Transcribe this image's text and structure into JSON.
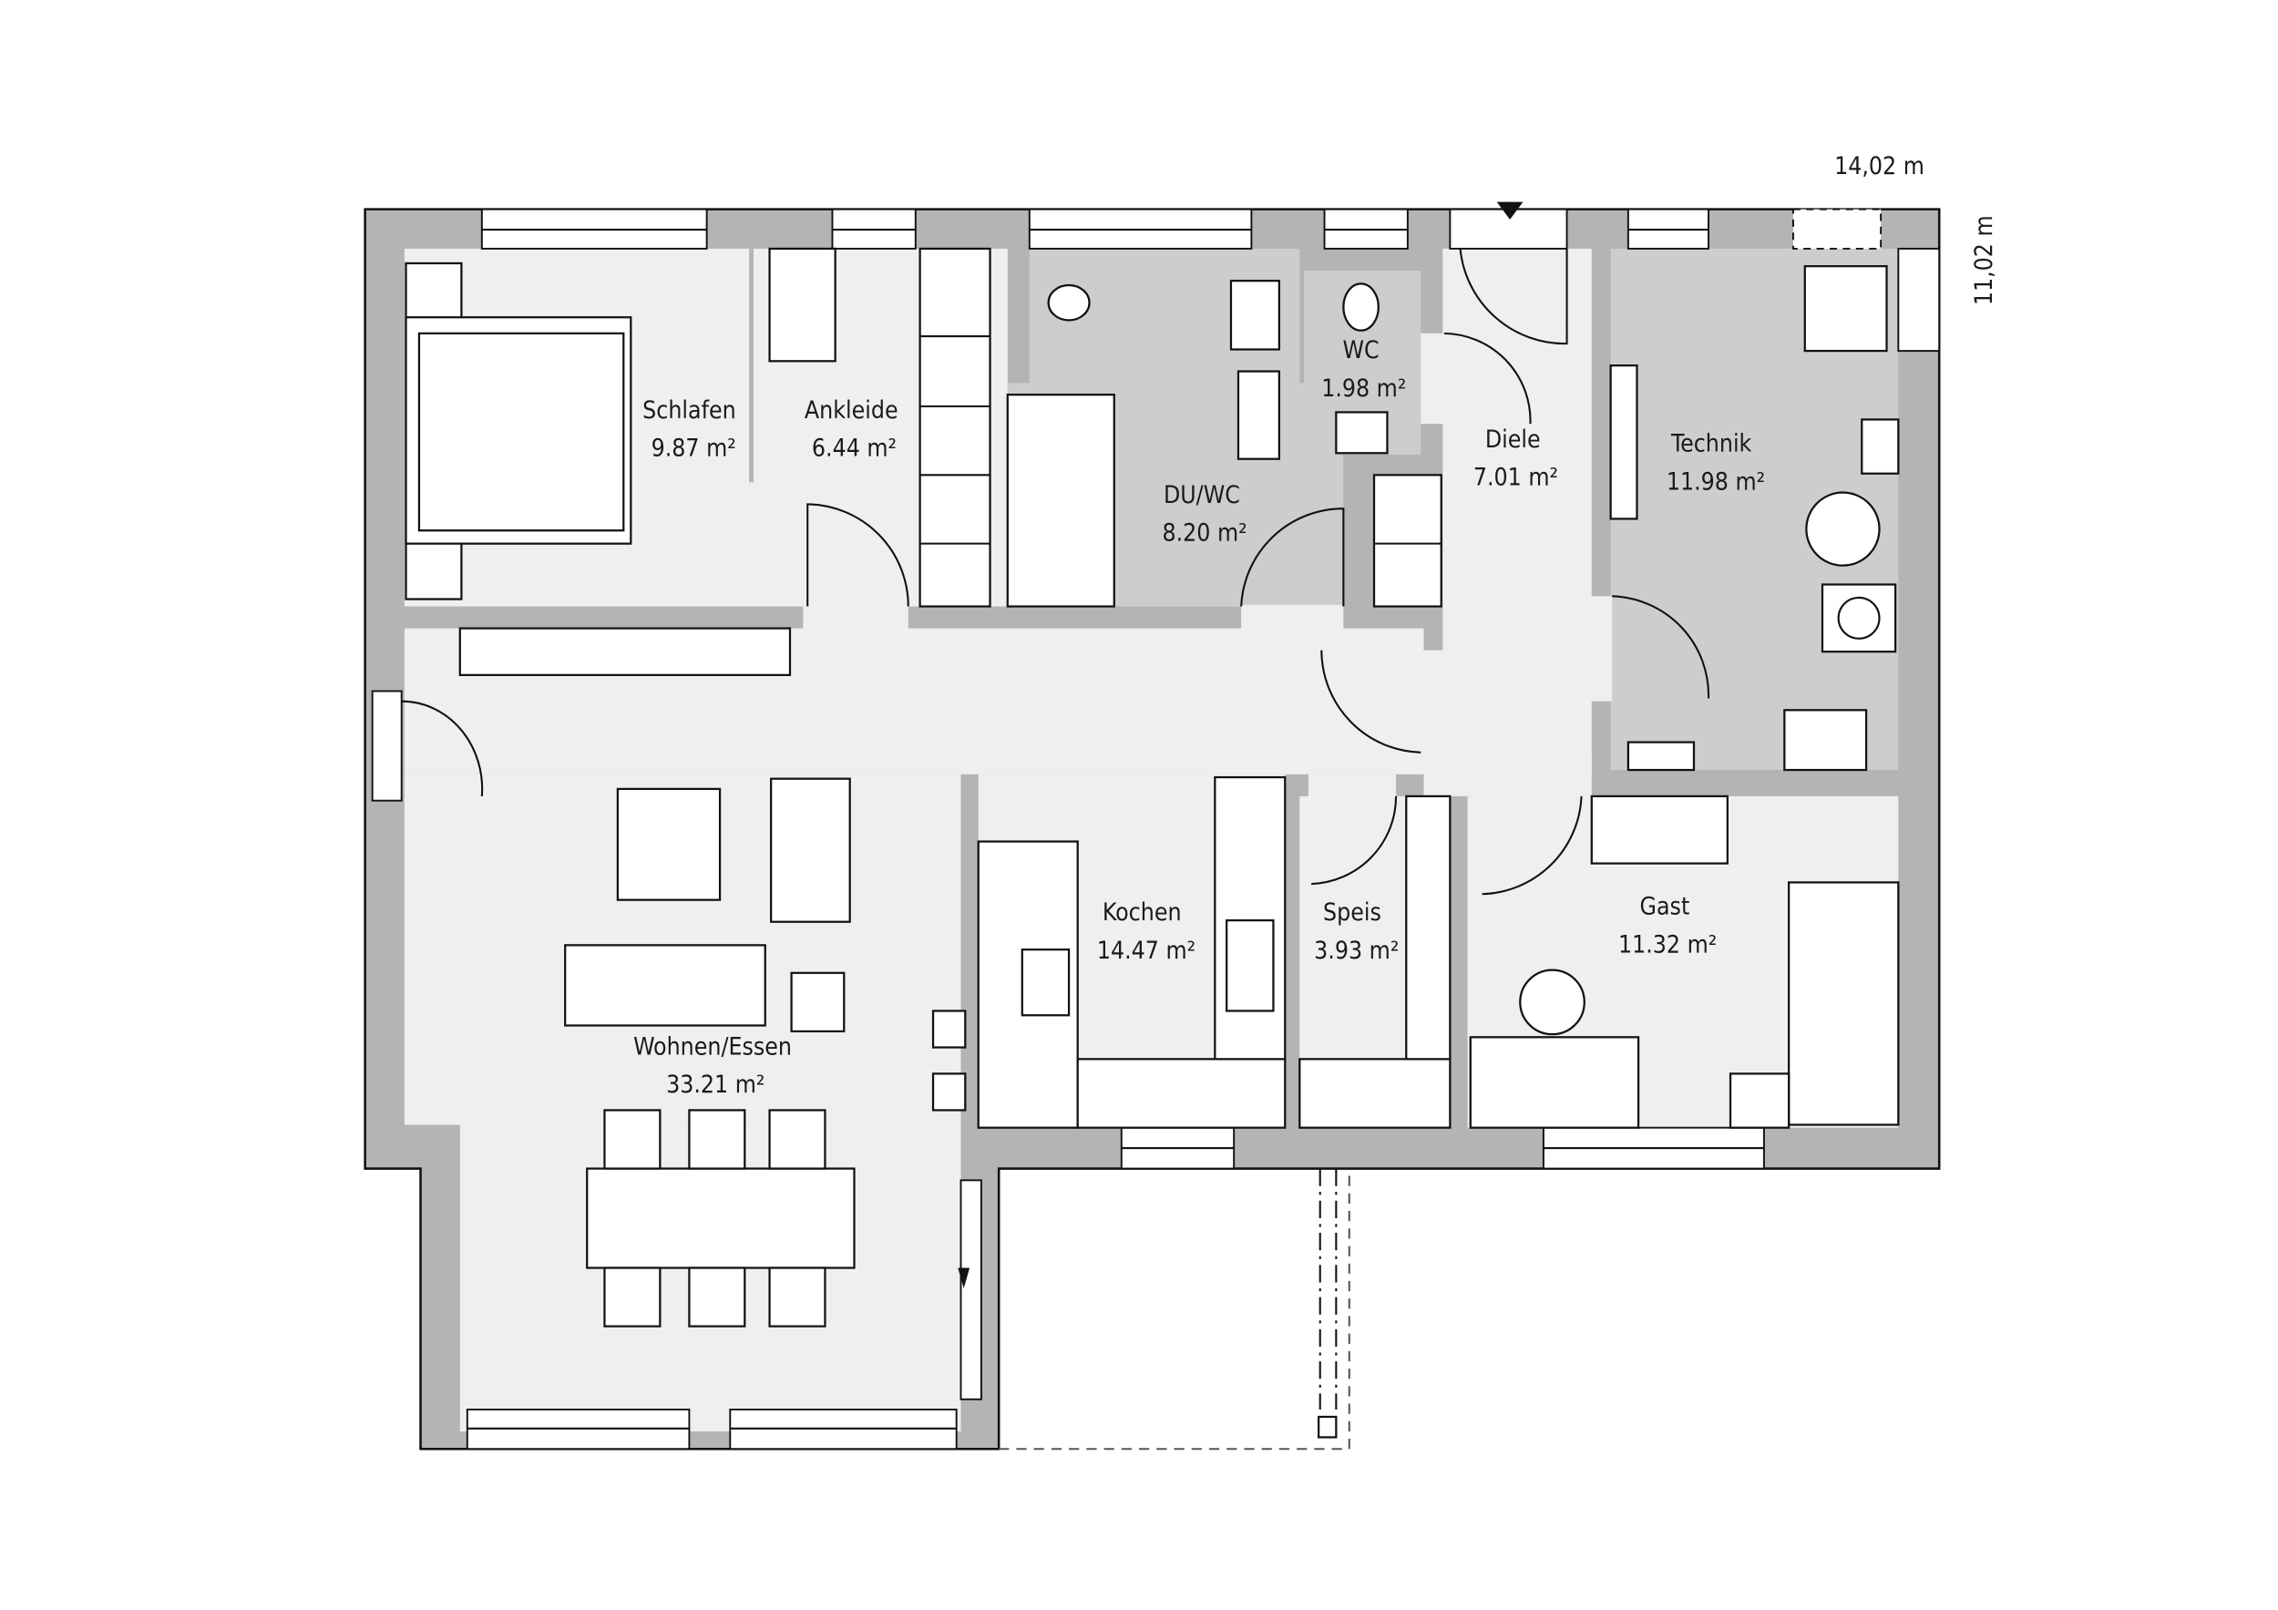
{
  "plan": {
    "dimensions": {
      "width": "14,02 m",
      "depth": "11,02 m"
    },
    "rooms": [
      {
        "name": "Schlafen",
        "area": "9.87 m²"
      },
      {
        "name": "Ankleide",
        "area": "6.44 m²"
      },
      {
        "name": "WC",
        "area": "1.98 m²"
      },
      {
        "name": "Diele",
        "area": "7.01 m²"
      },
      {
        "name": "Technik",
        "area": "11.98 m²"
      },
      {
        "name": "DU/WC",
        "area": "8.20 m²"
      },
      {
        "name": "Kochen",
        "area": "14.47 m²"
      },
      {
        "name": "Speis",
        "area": "3.93 m²"
      },
      {
        "name": "Gast",
        "area": "11.32 m²"
      },
      {
        "name": "Wohnen/Essen",
        "area": "33.21 m²"
      }
    ],
    "colors": {
      "wall": "#b4b4b4",
      "floor_light": "#efefef",
      "floor_wet": "#cdcdcd"
    }
  }
}
